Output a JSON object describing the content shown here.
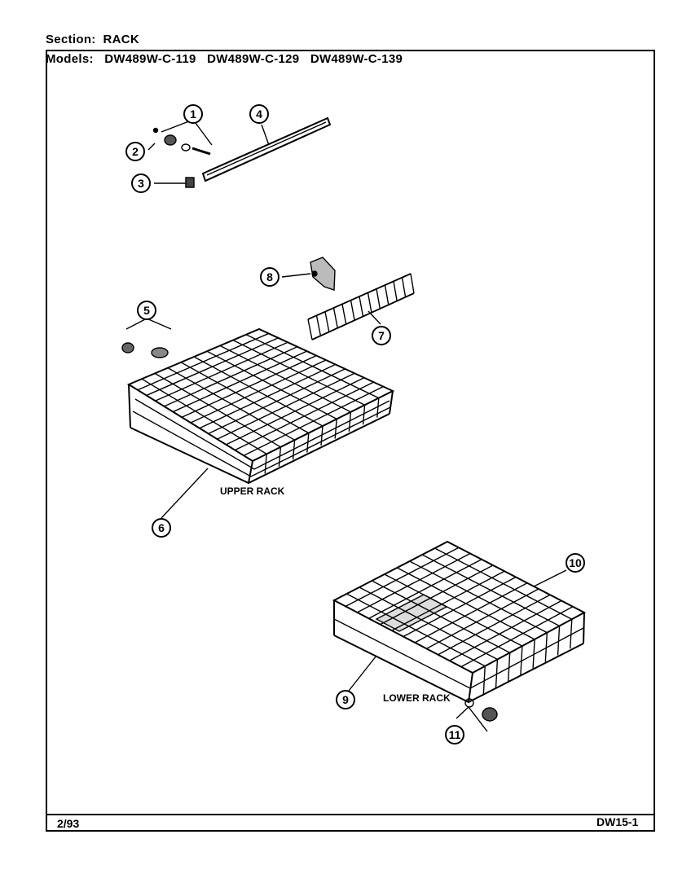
{
  "header": {
    "section_label": "Section:",
    "section_value": "RACK",
    "models_label": "Models:",
    "models": [
      "DW489W-C-119",
      "DW489W-C-129",
      "DW489W-C-139"
    ]
  },
  "callouts": [
    "1",
    "2",
    "3",
    "4",
    "5",
    "6",
    "7",
    "8",
    "9",
    "10",
    "11"
  ],
  "labels": {
    "upper_rack": "UPPER RACK",
    "lower_rack": "LOWER RACK"
  },
  "footer": {
    "date": "2/93",
    "code": "DW15-1"
  }
}
